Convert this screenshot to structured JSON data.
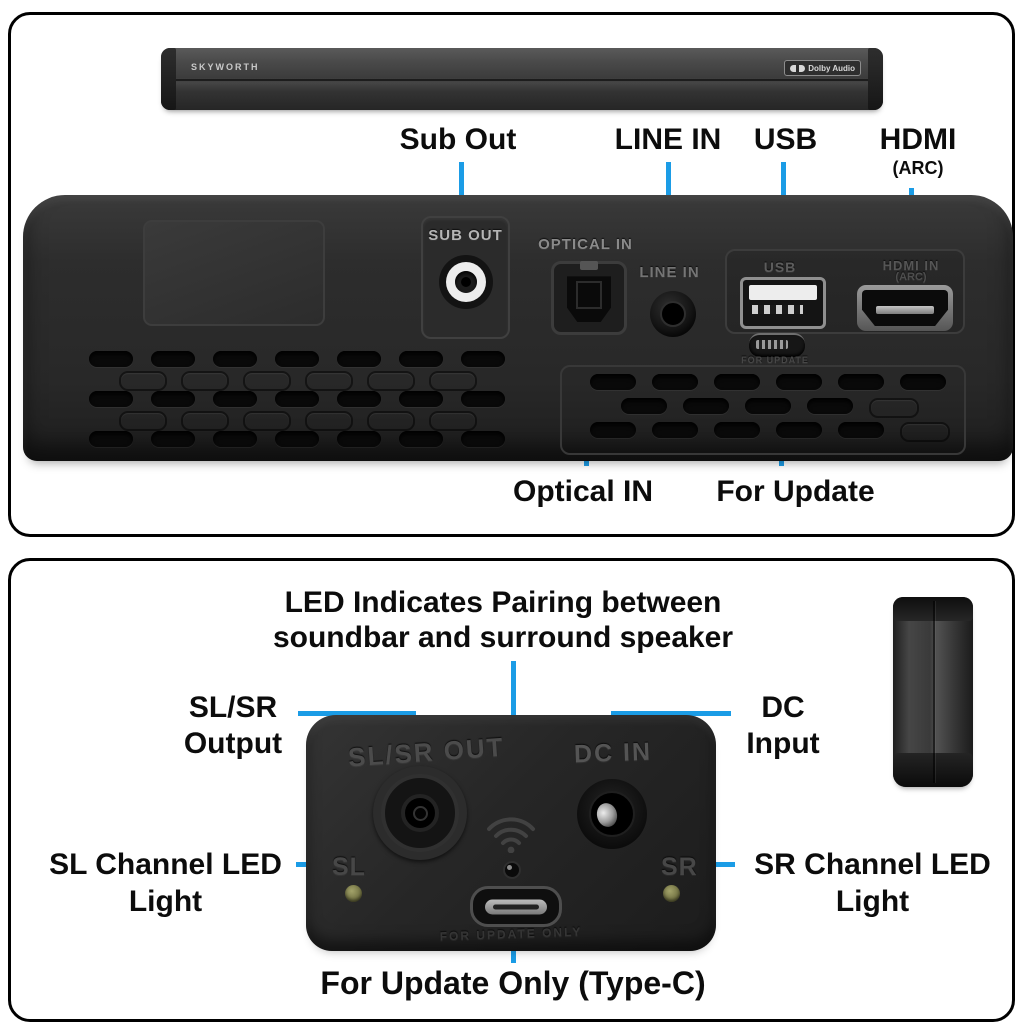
{
  "colors": {
    "callout_blue": "#1b9ce6"
  },
  "soundbar": {
    "brand": "SKYWORTH",
    "badge": "Dolby Audio"
  },
  "top": {
    "labels": {
      "sub_out": "Sub Out",
      "line_in": "LINE IN",
      "usb": "USB",
      "hdmi": "HDMI",
      "hdmi_sub": "(ARC)",
      "optical_in": "Optical IN",
      "for_update": "For Update"
    },
    "panel": {
      "sub_out": "SUB OUT",
      "optical_in": "OPTICAL IN",
      "line_in": "LINE IN",
      "usb": "USB",
      "hdmi_in": "HDMI IN",
      "hdmi_arc": "(ARC)",
      "for_update": "FOR UPDATE"
    }
  },
  "bottom": {
    "heading1": "LED Indicates Pairing between",
    "heading2": "soundbar and surround speaker",
    "labels": {
      "slsr1": "SL/SR",
      "slsr2": "Output",
      "dc1": "DC",
      "dc2": "Input",
      "sl1": "SL Channel LED",
      "sl2": "Light",
      "sr1": "SR Channel LED",
      "sr2": "Light",
      "typec": "For Update Only (Type-C)"
    },
    "panel": {
      "slsr_out": "SL/SR OUT",
      "dc_in": "DC IN",
      "sl": "SL",
      "sr": "SR",
      "for_update_only": "FOR UPDATE ONLY"
    }
  }
}
